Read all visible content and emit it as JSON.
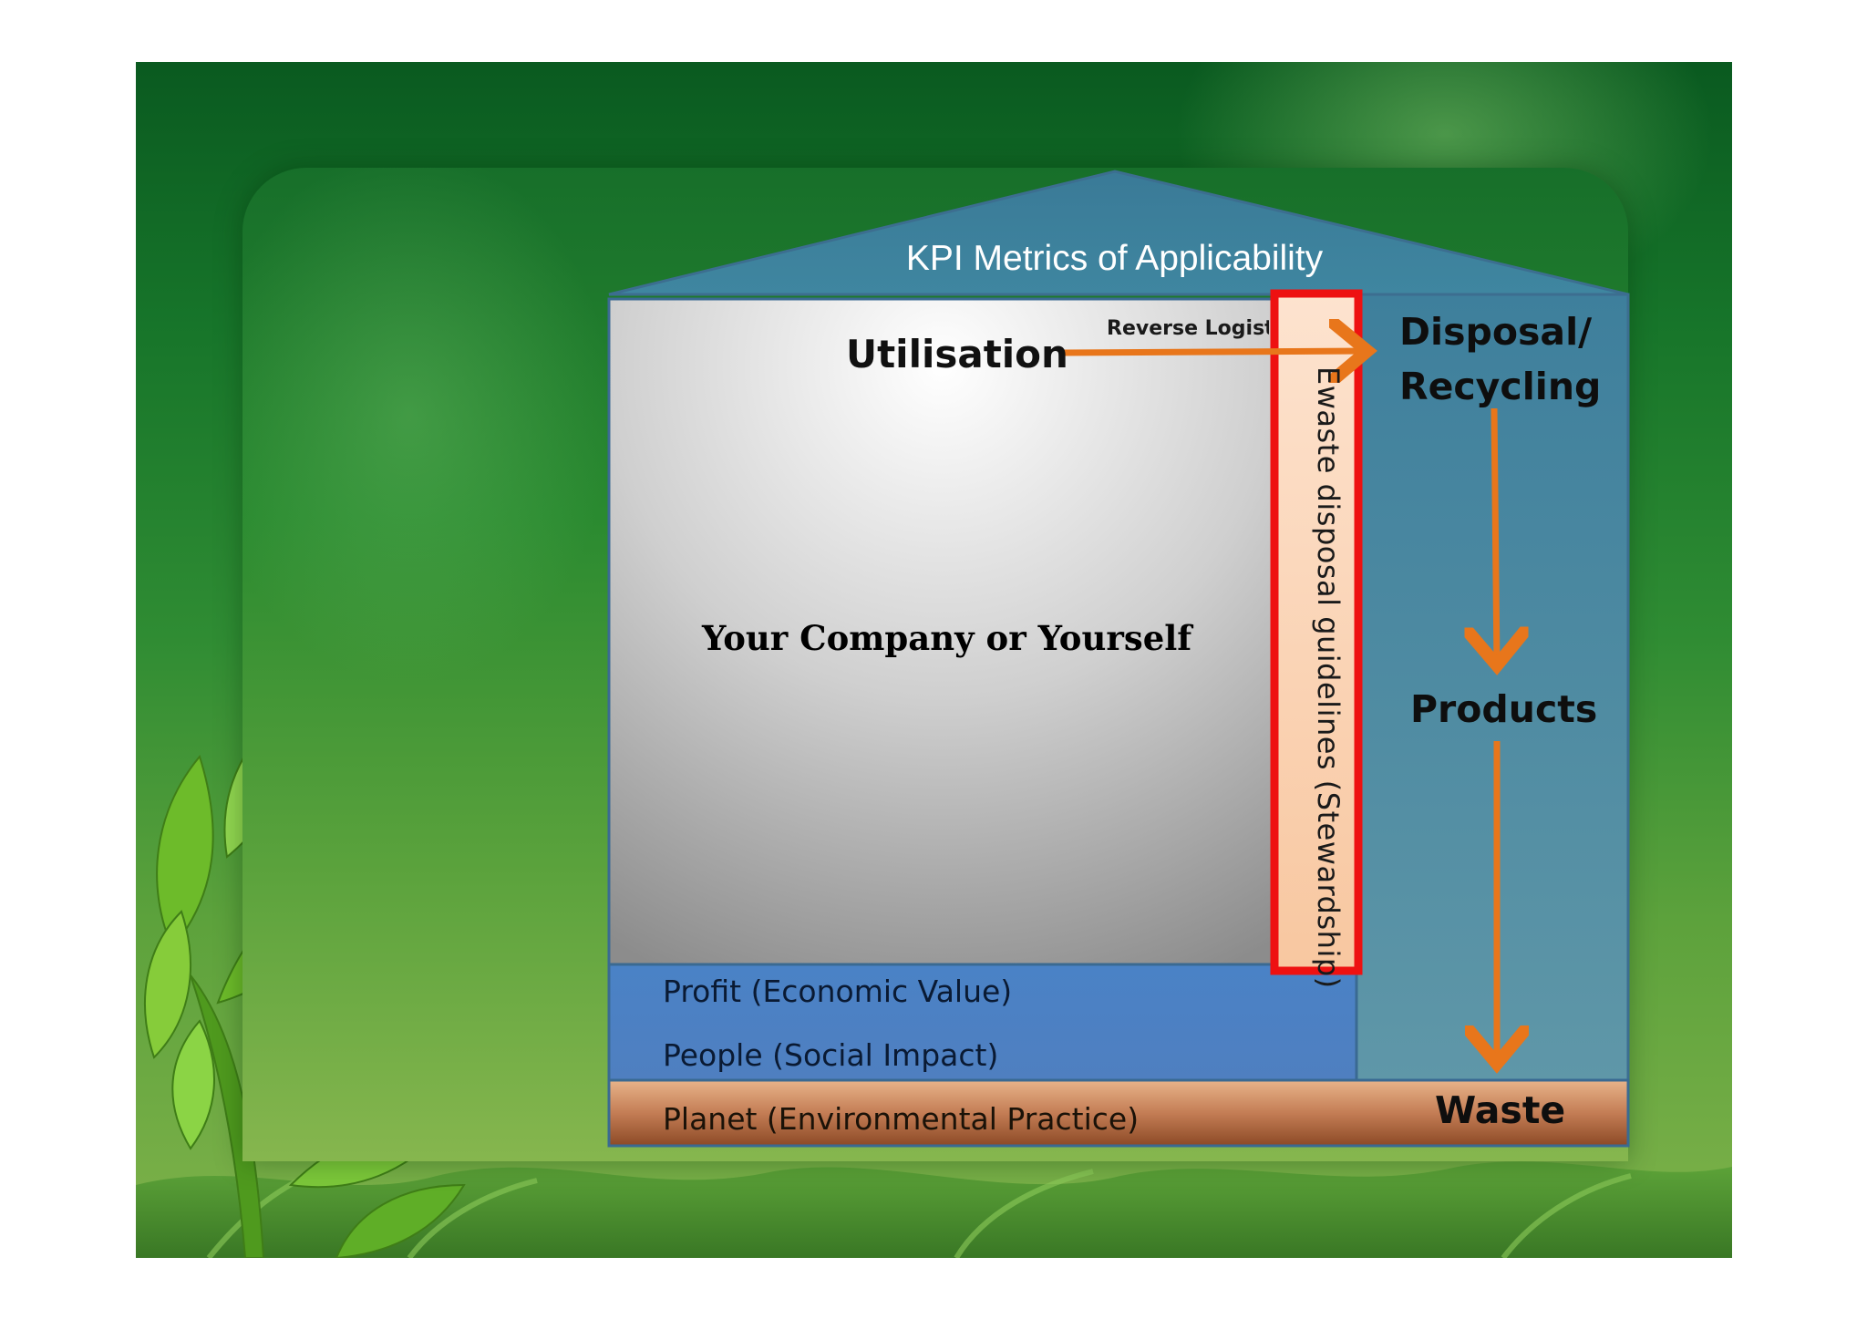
{
  "diagram": {
    "roof_title": "KPI Metrics of Applicability",
    "utilisation": "Utilisation",
    "reverse_logistics": "Reverse Logistik",
    "company": "Your Company or Yourself",
    "disposal_line1": "Disposal/",
    "disposal_line2": "Recycling",
    "products": "Products",
    "waste": "Waste",
    "profit": "Profit (Economic Value)",
    "people": "People (Social Impact)",
    "planet": "Planet (Environmental Practice)",
    "ewaste": "Ewaste disposal guidelines (Stewardship)"
  },
  "colors": {
    "roof": "#3d7f98",
    "right_column": "#4a8ea2",
    "base_blue": "#4e82c4",
    "planet_band": "#c7845a",
    "arrow": "#e8761b",
    "highlight": "#ee1111",
    "ewaste_fill": "#fad4b6"
  }
}
